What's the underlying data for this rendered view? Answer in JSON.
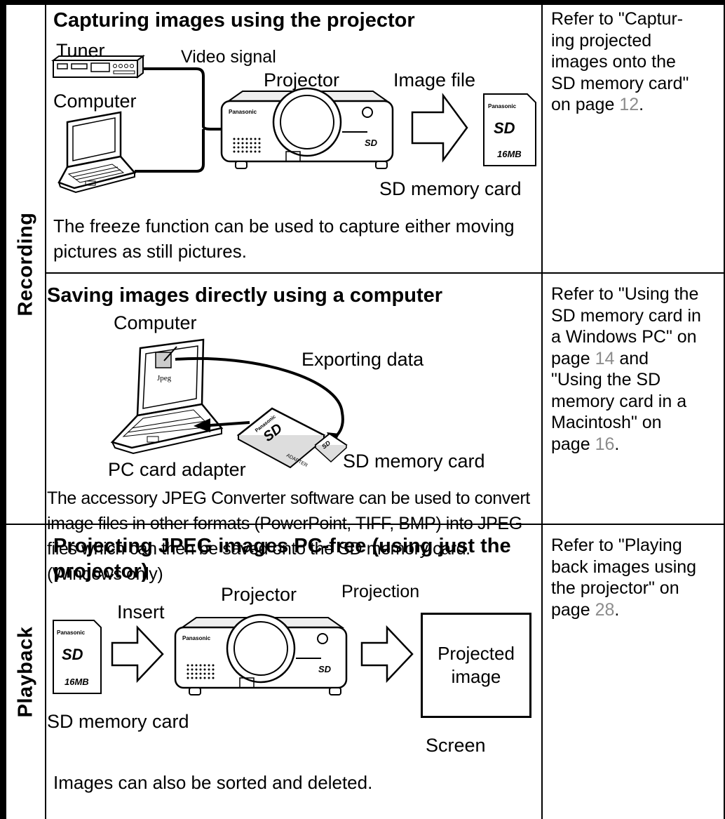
{
  "categories": {
    "recording": "Recording",
    "playback": "Playback"
  },
  "section1": {
    "title": "Capturing images using the projector",
    "labels": {
      "tuner": "Tuner",
      "video_signal": "Video signal",
      "projector": "Projector",
      "image_file": "Image file",
      "computer": "Computer",
      "sd_card": "SD memory card"
    },
    "body": "The freeze function can be used to capture either moving pictures as still pictures.",
    "reference": {
      "text": "Refer to \"Captur-ing projected images onto the SD memory card\" on page ",
      "page": "12",
      "suffix": "."
    }
  },
  "section2": {
    "title": "Saving images directly using a computer",
    "labels": {
      "computer": "Computer",
      "exporting": "Exporting data",
      "adapter": "PC card adapter",
      "sd_card": "SD memory card",
      "file_label": "Jpeg"
    },
    "body": "The accessory JPEG Converter software can be used to convert image files in other formats (PowerPoint, TIFF, BMP) into JPEG files which can then be saved onto the SD memory card. (Windows only)",
    "reference": {
      "text_1": "Refer to \"Using the SD memory card in a Windows PC\" on page ",
      "page_1": "14",
      "text_2": " and \"Using the SD memory card in a Macintosh\" on page ",
      "page_2": "16",
      "suffix": "."
    }
  },
  "section3": {
    "title_line1": "Projecting JPEG images PC-free (using just the",
    "title_line2": "projector)",
    "labels": {
      "projector": "Projector",
      "projection": "Projection",
      "insert": "Insert",
      "projected_image": "Projected image",
      "sd_card": "SD memory card",
      "screen": "Screen"
    },
    "body": "Images can also be sorted and deleted.",
    "reference": {
      "text": "Refer to \"Playing back images using the projector\" on page ",
      "page": "28",
      "suffix": "."
    }
  },
  "artwork": {
    "brand": "Panasonic",
    "sd_logo": "SD",
    "capacity": "16MB",
    "adapter_text": "ADAPTER"
  }
}
